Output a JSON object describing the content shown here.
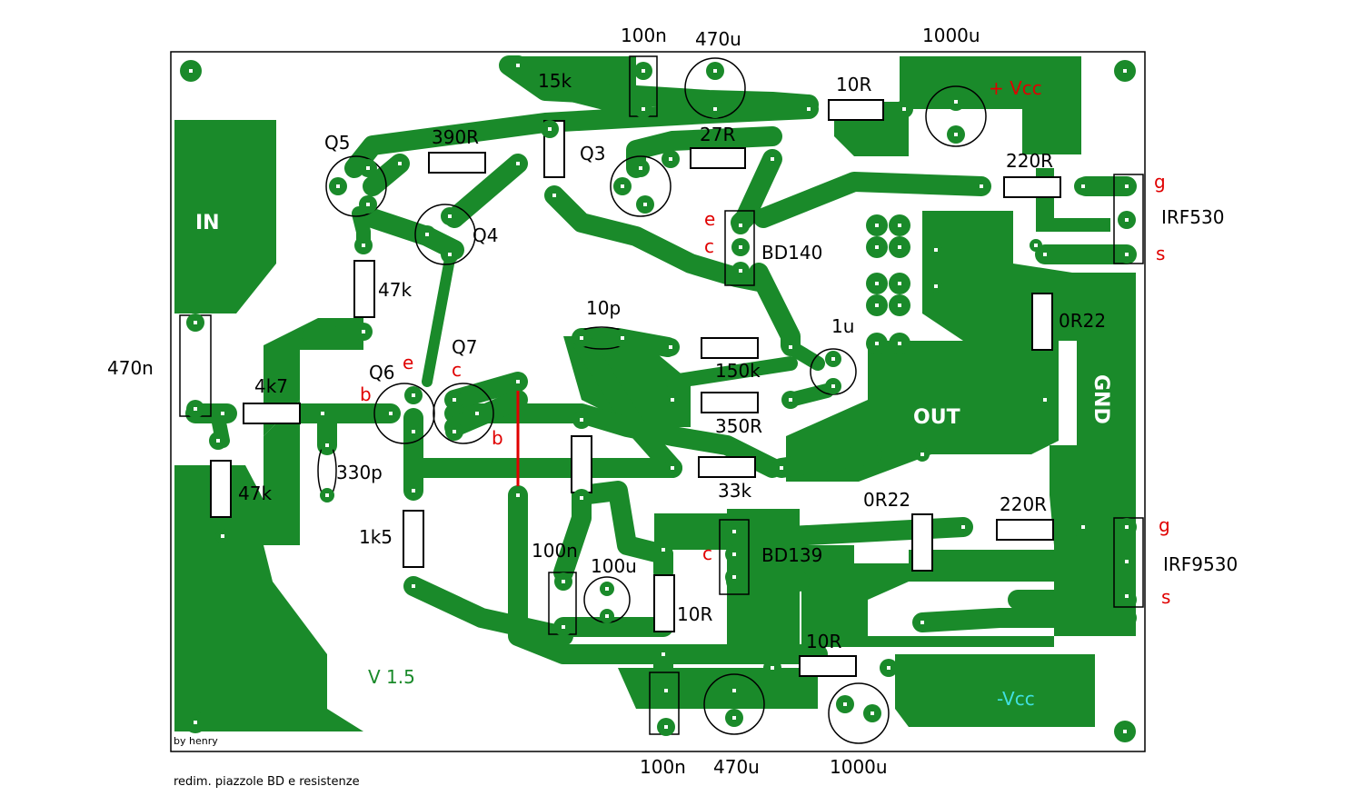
{
  "labels": {
    "cap_100n_top": "100n",
    "cap_470u_top": "470u",
    "cap_1000u_top": "1000u",
    "r_15k": "15k",
    "r_10R_top": "10R",
    "vcc_pos": "+ Vcc",
    "q5": "Q5",
    "r_390R": "390R",
    "q3": "Q3",
    "r_27R": "27R",
    "r_220R_top": "220R",
    "g_top": "g",
    "irf530": "IRF530",
    "in": "IN",
    "q4": "Q4",
    "e_bd140": "e",
    "c_bd140": "c",
    "bd140": "BD140",
    "s_top": "s",
    "r_47k_top": "47k",
    "cap_10p": "10p",
    "r_0R22_right": "0R22",
    "cap_1u": "1u",
    "cap_470n": "470n",
    "q7": "Q7",
    "q6": "Q6",
    "e_q6": "e",
    "c_q7": "c",
    "r_150k": "150k",
    "r_4k7": "4k7",
    "b_q6": "b",
    "gnd": "GND",
    "r_350R": "350R",
    "out": "OUT",
    "b_q7": "b",
    "cap_330p": "330p",
    "r_47k_bottom": "47k",
    "r_33k": "33k",
    "r_0R22_mid": "0R22",
    "r_220R_bottom": "220R",
    "g_bottom": "g",
    "r_1k5": "1k5",
    "cap_100n_mid": "100n",
    "c_bd139": "c",
    "bd139": "BD139",
    "irf9530": "IRF9530",
    "cap_100u": "100u",
    "s_bottom": "s",
    "r_10R_mid": "10R",
    "r_10R_bottom": "10R",
    "version": "V 1.5",
    "vcc_neg": "-Vcc",
    "by_henry": "by henry",
    "cap_100n_bottom": "100n",
    "cap_470u_bottom": "470u",
    "cap_1000u_bottom": "1000u",
    "note": "redim. piazzole BD e resistenze"
  },
  "colors": {
    "copper": "#1a8a2a",
    "label": "#000000",
    "pin_label": "#e00000",
    "neg_supply": "#40e0e0",
    "jumper": "#e00000"
  }
}
